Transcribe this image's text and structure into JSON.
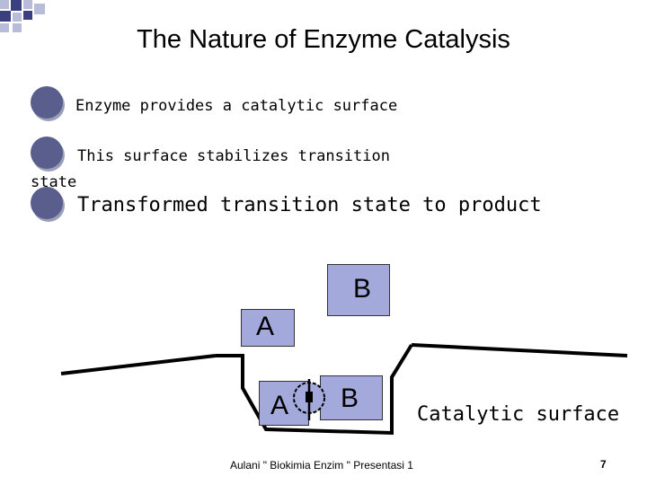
{
  "slide": {
    "title": "The Nature of Enzyme Catalysis",
    "bullets": [
      "Enzyme provides a catalytic surface",
      "This surface stabilizes transition",
      "state",
      "Transformed transition state to product"
    ],
    "diagram": {
      "box_b_top": "B",
      "box_a": "A",
      "box_a_bottom": "A",
      "box_b_bottom": "B",
      "surface_label": "Catalytic surface"
    },
    "footer": "Aulani \" Biokimia Enzim \" Presentasi 1",
    "page_number": "7",
    "colors": {
      "bullet": "#5a5e8c",
      "box_fill": "#a3a9db",
      "corner_dark": "#3a3f80",
      "corner_light": "#b8bcd8"
    }
  }
}
